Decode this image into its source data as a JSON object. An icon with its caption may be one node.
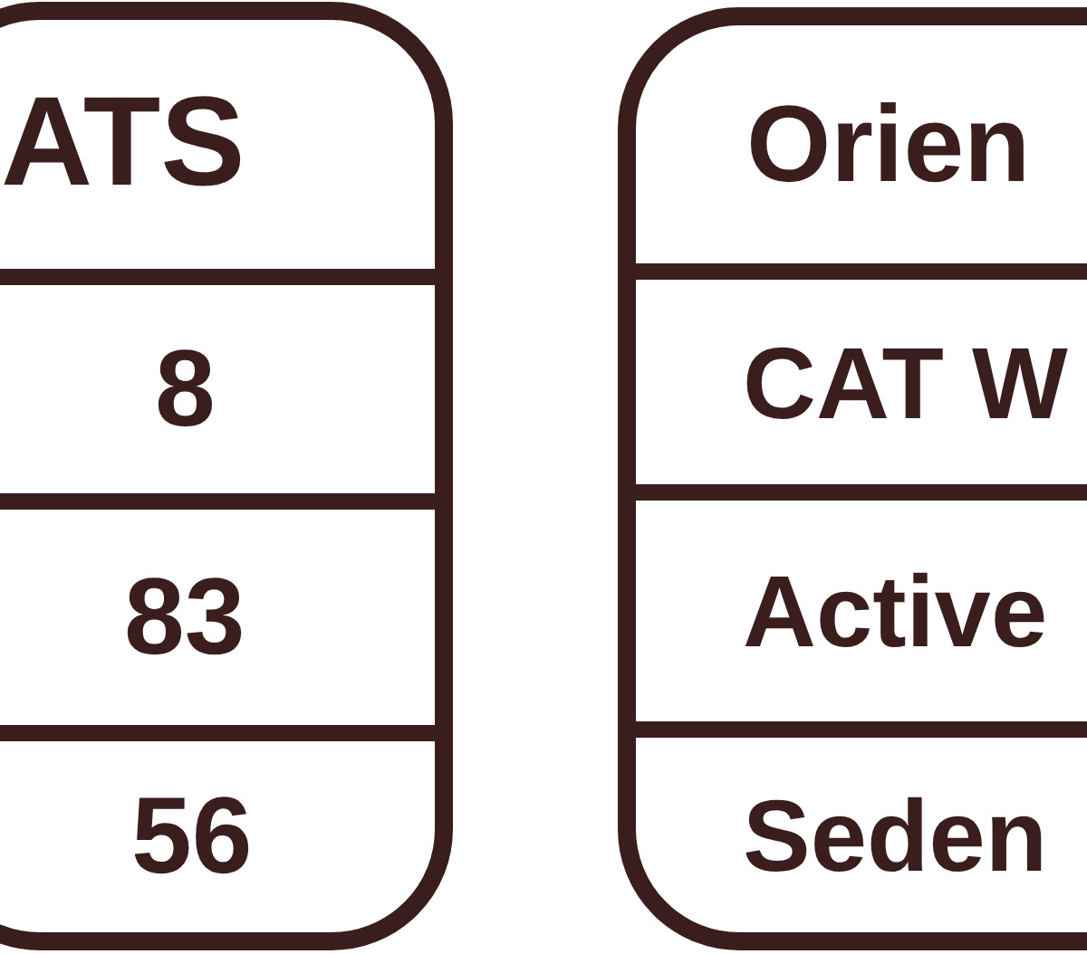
{
  "diagram": {
    "labels": [
      "ATS",
      "8",
      "83",
      "56",
      "Orien",
      "CAT W",
      "Active",
      "Seden"
    ]
  }
}
